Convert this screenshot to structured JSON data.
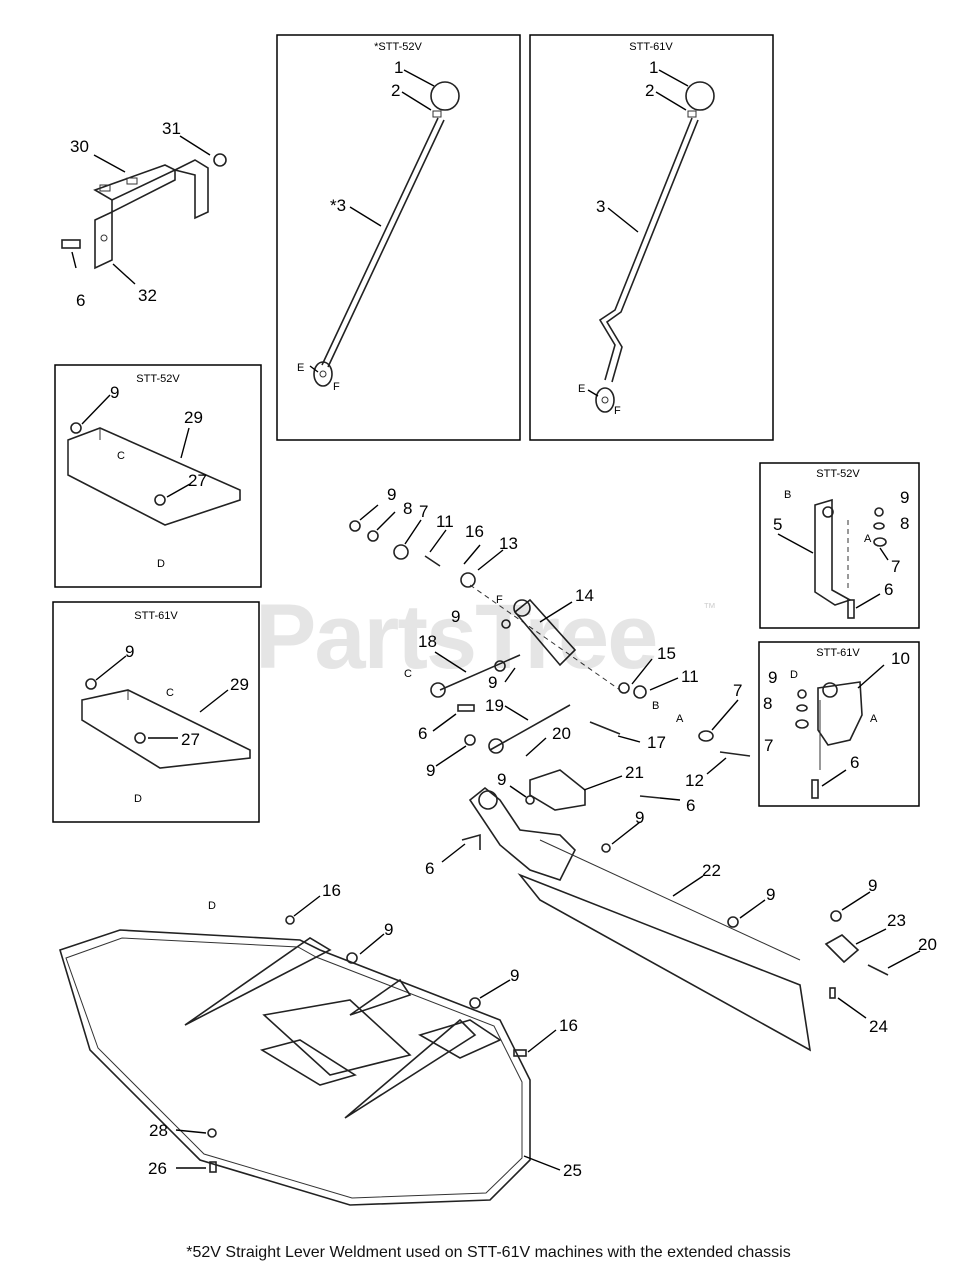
{
  "boxes": {
    "lever_52v": "*STT-52V",
    "lever_61v": "STT-61V",
    "plate_52v": "STT-52V",
    "plate_61v": "STT-61V",
    "bracket_52v": "STT-52V",
    "bracket_61v": "STT-61V"
  },
  "callouts": {
    "c1": "1",
    "c2": "2",
    "c3": "*3",
    "c1b": "1",
    "c2b": "2",
    "c3b": "3",
    "c30": "30",
    "c31": "31",
    "c6a": "6",
    "c32": "32",
    "c9a": "9",
    "c29a": "29",
    "c27a": "27",
    "c9b": "9",
    "c29b": "29",
    "c27b": "27",
    "c9c": "9",
    "c8c": "8",
    "c7c": "7",
    "c11c": "11",
    "c16c": "16",
    "c13c": "13",
    "c9d": "9",
    "c14d": "14",
    "c18d": "18",
    "c9e": "9",
    "c15e": "15",
    "c11e": "11",
    "c6f": "6",
    "c19f": "19",
    "c9g": "9",
    "c20g": "20",
    "c17g": "17",
    "c7h": "7",
    "c12h": "12",
    "c9i": "9",
    "c21i": "21",
    "c6i": "6",
    "c9j": "9",
    "c6j": "6",
    "c22": "22",
    "c9k": "9",
    "c9l": "9",
    "c23": "23",
    "c20l": "20",
    "c24": "24",
    "c16m": "16",
    "c9m": "9",
    "c9n": "9",
    "c16n": "16",
    "c28": "28",
    "c26": "26",
    "c25": "25",
    "c9s": "9",
    "c8s": "8",
    "c5s": "5",
    "c7s": "7",
    "c6s": "6",
    "c10t": "10",
    "c9t": "9",
    "c8t": "8",
    "c7t": "7",
    "c6t": "6"
  },
  "letters": {
    "E1": "E",
    "F1": "F",
    "E2": "E",
    "F2": "F",
    "C1": "C",
    "D1": "D",
    "C2": "C",
    "D2": "D",
    "Fmid": "F",
    "Cmid": "C",
    "Bmid": "B",
    "Amid": "A",
    "Bs": "B",
    "As": "A",
    "Dt": "D",
    "At": "A",
    "Ddeck": "D"
  },
  "watermark": "PartsTree",
  "trademark": "™",
  "footnote": "*52V Straight Lever Weldment used on STT-61V machines with the extended chassis"
}
